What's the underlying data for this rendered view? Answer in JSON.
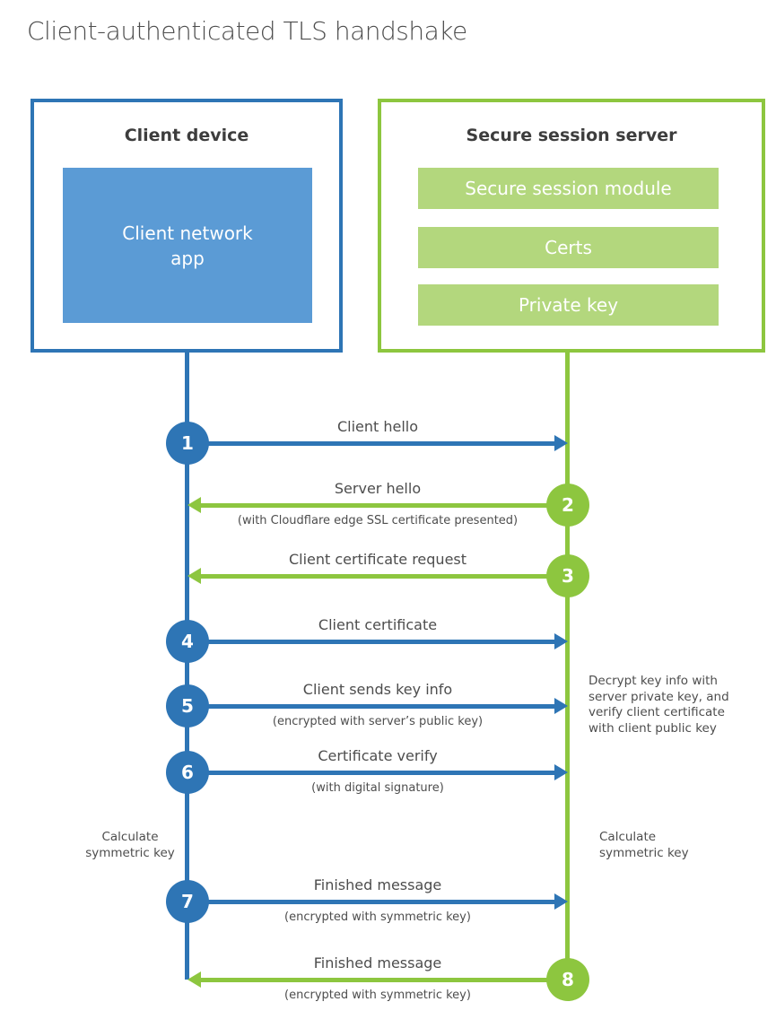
{
  "title": "Client-authenticated TLS handshake",
  "colors": {
    "blue": "#2e75b5",
    "blue_fill": "#5b9bd5",
    "green": "#8dc63f",
    "green_fill": "#b3d77d",
    "heading_text": "#3d3d3d",
    "label_text": "#4d4d4d"
  },
  "client_box": {
    "title": "Client device",
    "app_lines": [
      "Client network",
      "app"
    ]
  },
  "server_box": {
    "title": "Secure session server",
    "modules": [
      "Secure session module",
      "Certs",
      "Private key"
    ]
  },
  "steps": [
    {
      "num": "1",
      "label": "Client hello",
      "sublabel": "",
      "direction": "right",
      "color": "blue"
    },
    {
      "num": "2",
      "label": "Server hello",
      "sublabel": "(with Cloudflare edge SSL certificate presented)",
      "direction": "left",
      "color": "green"
    },
    {
      "num": "3",
      "label": "Client certificate request",
      "sublabel": "",
      "direction": "left",
      "color": "green"
    },
    {
      "num": "4",
      "label": "Client certificate",
      "sublabel": "",
      "direction": "right",
      "color": "blue"
    },
    {
      "num": "5",
      "label": "Client sends key info",
      "sublabel": "(encrypted with server’s public key)",
      "direction": "right",
      "color": "blue"
    },
    {
      "num": "6",
      "label": "Certificate verify",
      "sublabel": "(with digital signature)",
      "direction": "right",
      "color": "blue"
    },
    {
      "num": "7",
      "label": "Finished message",
      "sublabel": "(encrypted with symmetric key)",
      "direction": "right",
      "color": "blue"
    },
    {
      "num": "8",
      "label": "Finished message",
      "sublabel": "(encrypted with symmetric key)",
      "direction": "left",
      "color": "green"
    }
  ],
  "notes": {
    "decrypt_lines": [
      "Decrypt key info with",
      "server private key, and",
      "verify client certificate",
      "with client public key"
    ],
    "calc_left_lines": [
      "Calculate",
      "symmetric key"
    ],
    "calc_right_lines": [
      "Calculate",
      "symmetric key"
    ]
  }
}
